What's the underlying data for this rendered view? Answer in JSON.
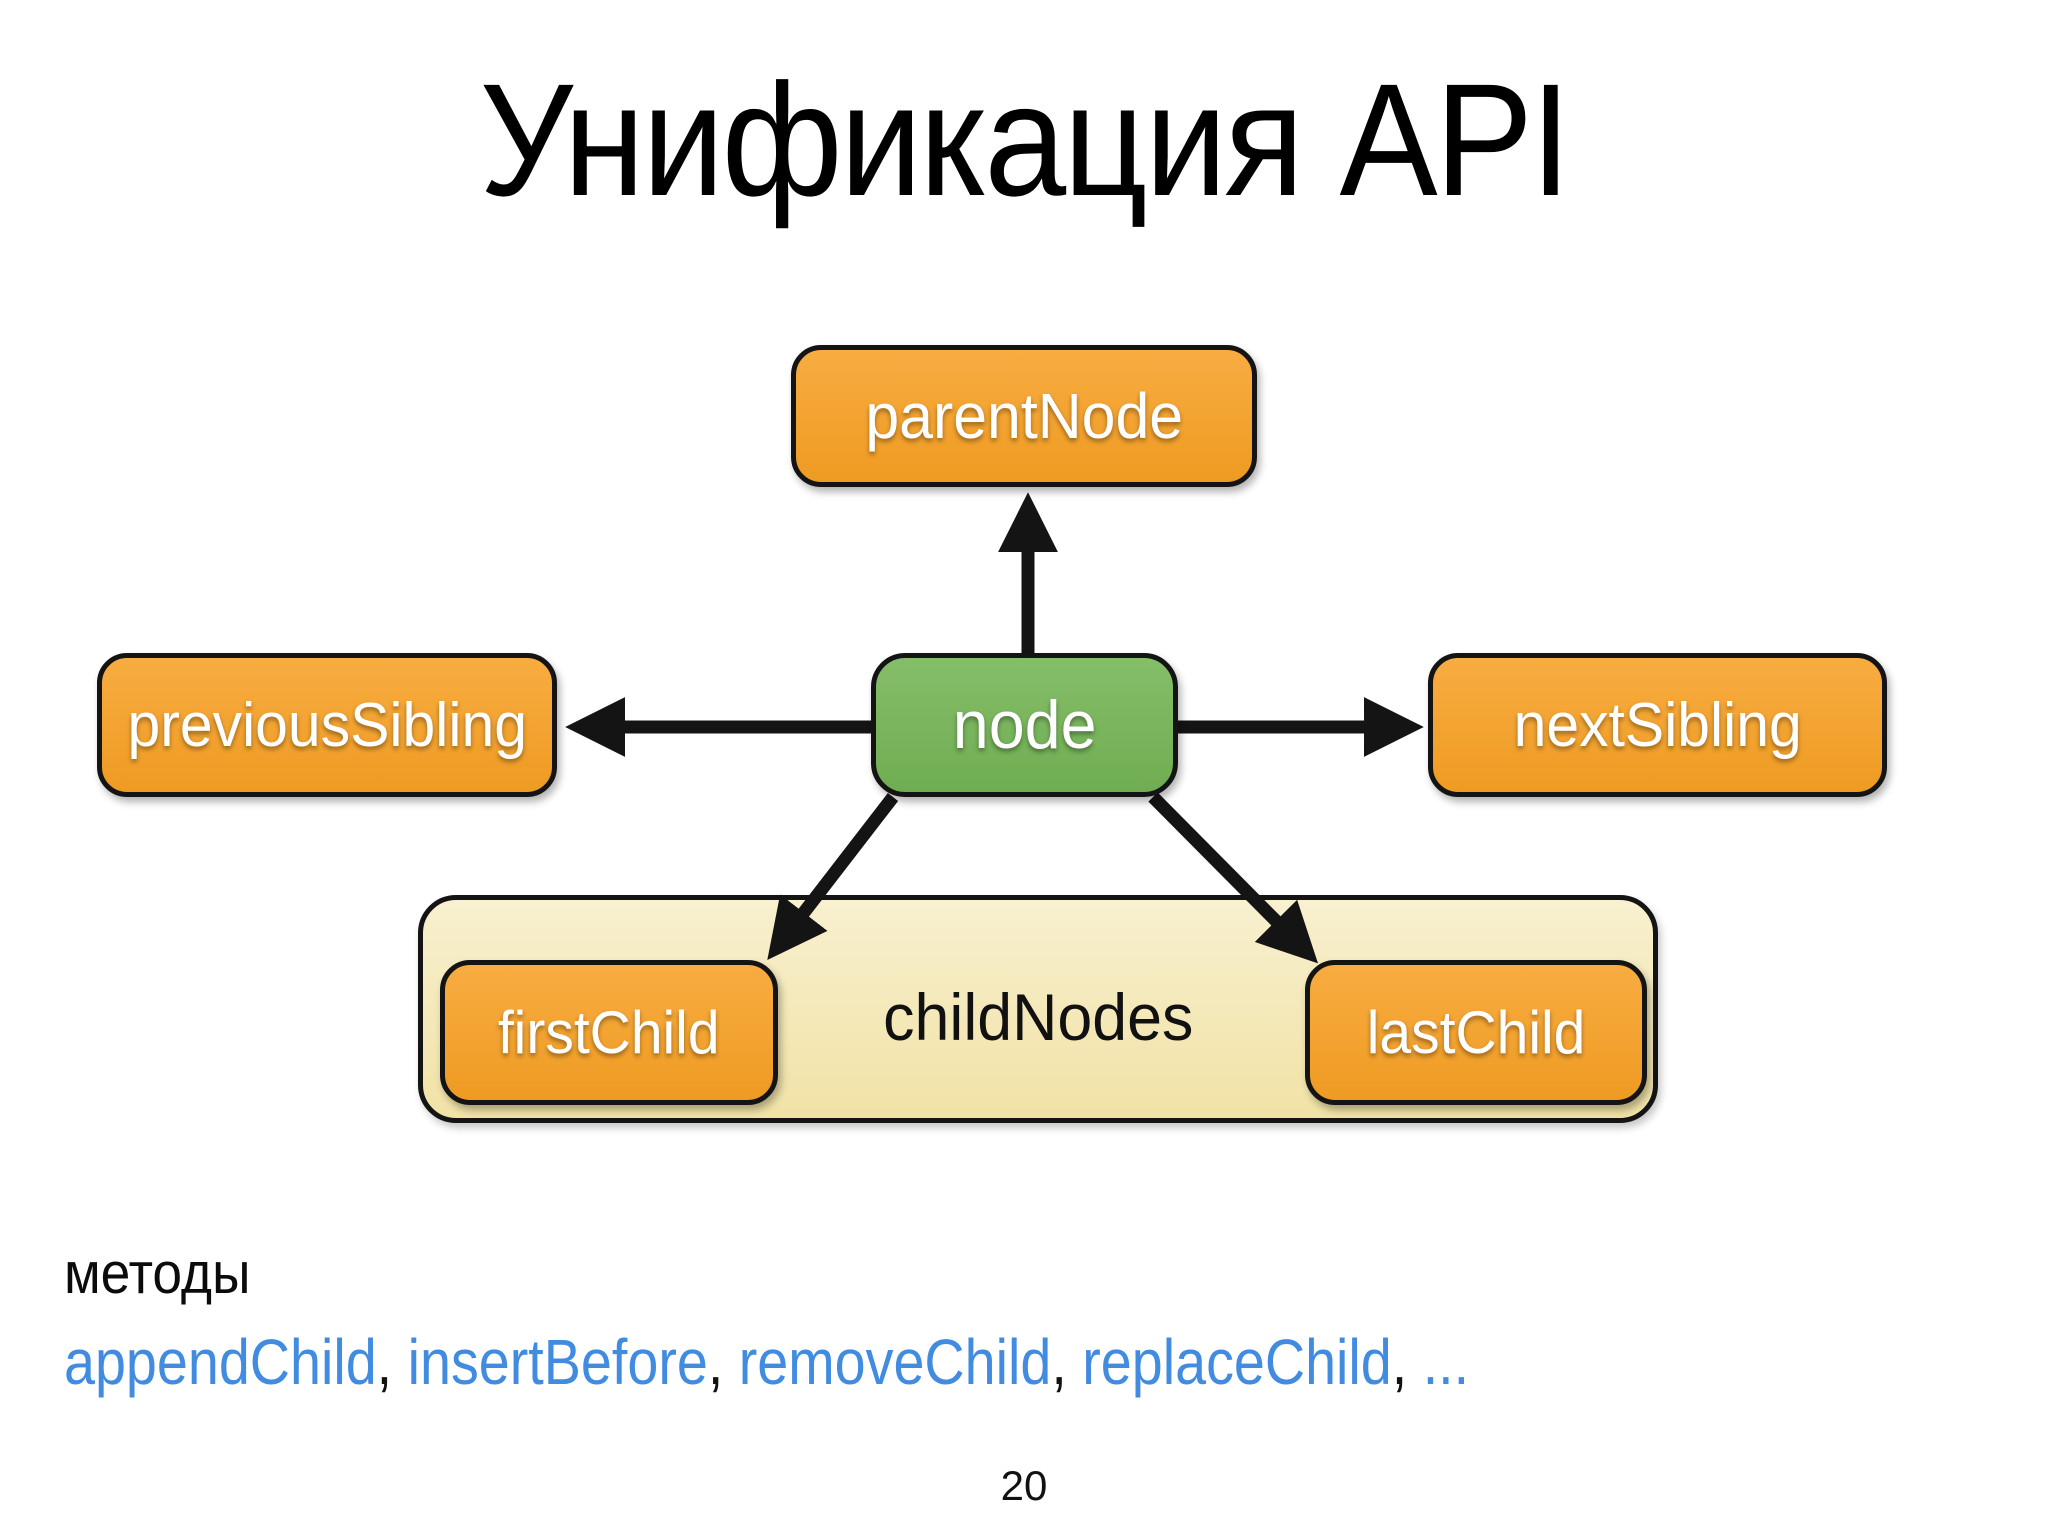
{
  "slide": {
    "title": "Унификация API",
    "page_number": "20",
    "colors": {
      "orange_light": "#F8AC41",
      "orange_dark": "#EE9B22",
      "green_light": "#85BE69",
      "green_dark": "#6FAD52",
      "cream_light": "#F8F0CF",
      "cream_dark": "#F1E2A6",
      "blue": "#418BE0",
      "border": "#141414"
    },
    "diagram": {
      "node_label": "node",
      "parent_label": "parentNode",
      "previous_label": "previousSibling",
      "next_label": "nextSibling",
      "first_child_label": "firstChild",
      "last_child_label": "lastChild",
      "child_nodes_label": "childNodes"
    },
    "footer": {
      "heading": "методы",
      "separator": ", ",
      "methods": [
        "appendChild",
        "insertBefore",
        "removeChild",
        "replaceChild",
        "..."
      ]
    }
  }
}
